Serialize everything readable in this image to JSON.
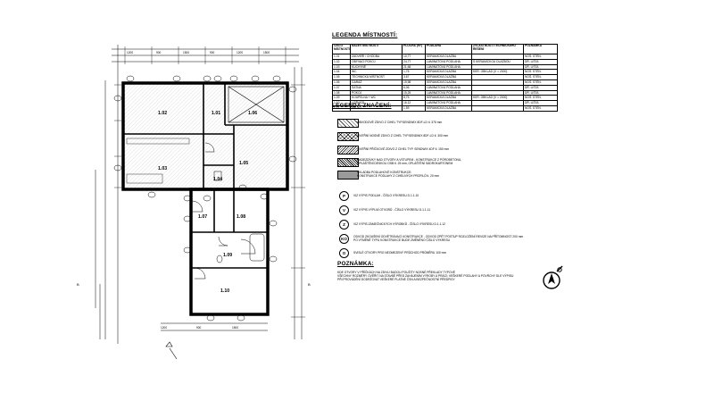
{
  "legend_rooms": {
    "title": "LEGENDA MÍSTNOSTÍ:",
    "headers": [
      "ČÍSLO MÍSTNOSTI",
      "NÁZEV MÍSTNOSTI",
      "PLOCHA (m²)",
      "PODLAHA",
      "ZVLÁŠTNOSTI TECHNICKÉHO ŘEŠENÍ",
      "POZNÁMKA"
    ],
    "rows": [
      [
        "1.01",
        "ZÁDVEŘÍ / CHODBA",
        "10,77",
        "KERAMICKÁ DLAŽBA",
        "",
        "NOŠ. STĚN."
      ],
      [
        "1.02",
        "OBÝVACÍ POKOJ",
        "24,77",
        "LAMINÁTOVÁ PODLAHA",
        "S KERAMICKOU DLAŽBOU",
        "DŘ. LIŠTA"
      ],
      [
        "1.03",
        "KUCHYNĚ",
        "21,68",
        "LAMINÁTOVÁ PODLAHA",
        "",
        "DŘ. LIŠTA"
      ],
      [
        "1.04",
        "WC",
        "1,75",
        "KERAMICKÁ DLAŽBA",
        "KER. OBKLAD (V = 2000)",
        "NOŠ. STĚN."
      ],
      [
        "1.05",
        "TECHNICKÁ MÍSTNOST",
        "3,67",
        "KERAMICKÁ DLAŽBA",
        "",
        "NOŠ. STĚN."
      ],
      [
        "1.06",
        "GARÁŽ",
        "19,98",
        "KERAMICKÁ DLAŽBA",
        "",
        "NOŠ. STĚN."
      ],
      [
        "1.07",
        "ŠATNA",
        "6,06",
        "LAMINÁTOVÁ PODLAHA",
        "",
        "DŘ. LIŠTA"
      ],
      [
        "1.08",
        "POKOJ",
        "15,25",
        "LAMINÁTOVÁ PODLAHA",
        "",
        "DŘ. LIŠTA"
      ],
      [
        "1.09",
        "KOUPELNA + WC",
        "8,75",
        "KERAMICKÁ DLAŽBA",
        "KER. OBKLAD (V = 2000)",
        "NOŠ. STĚN."
      ],
      [
        "1.10",
        "LOŽNICE",
        "16,12",
        "LAMINÁTOVÁ PODLAHA",
        "",
        "DŘ. LIŠTA"
      ],
      [
        "1.11",
        "SKLAD",
        "1,59",
        "KERAMICKÁ DLAŽBA",
        "",
        "NOŠ. STĚN."
      ]
    ]
  },
  "legend_symbols": {
    "title": "LEGENDA ZNAČENÍ:",
    "items": [
      {
        "text": "OBVODOVÉ ZDIVO Z CIHEL TYP.SENDWIX 8DF-LD tl. 375 mm",
        "pattern": "diag"
      },
      {
        "text": "VNITŘNÍ NOSNÉ ZDIVO Z CIHEL TYP.SENDWIX 8DF-LD tl. 300 mm",
        "pattern": "cross"
      },
      {
        "text": "VNITŘNÍ PŘÍČKOVÉ ZDIVO Z CIHEL TYP. SENDWIX 4DF tl. 150 mm",
        "pattern": "hatch"
      },
      {
        "text": "NADEZDÍVKY NAD OTVORY A VSTUPEM - KONSTRUKCE Z PÓROBETONU,",
        "text2": "OPLÁŠTĚNÍ DESKOU OSB tl. 25 mm, OPLÁŠTĚNÍ SÁDROKARTONEM",
        "pattern": "dense"
      },
      {
        "text": "SKLADBA PODLAHOVÉ KONSTRUKCE:",
        "text2": "KONSTRUKCE PODLAHY Z CIHELNÝCH PROFILŮ tl. 20 mm",
        "pattern": "gray"
      }
    ]
  },
  "legend_marks": [
    {
      "symbol": "P",
      "text": "VIZ VÝPIS PODLAH - ČÍSLO VÝKRESU D.1.1.10"
    },
    {
      "symbol": "V",
      "text": "VIZ VÝPIS VÝPLNÍ OTVORŮ - ČÍSLO VÝKRESU D.1.1.11"
    },
    {
      "symbol": "Z",
      "text": "VIZ VÝPIS ZÁMEČNICKÝCH VÝROBKŮ - ČÍSLO VÝKRESU D.1.1.12"
    },
    {
      "symbol": "KO",
      "text": "ODVOD ZKOUŠENÍ ODVĚTRÁVACÍ KONSTRUKCE - ODVOD ZPĚT POSTUP ROZLOŽENÍ REVIZE NA PŘÍTOMNOST 200 mm",
      "text2": "PO VÝMĚNĚ TYPU KONSTRUKCE BUDE ZMĚNĚNO ČÍSLO VÝKRESU"
    },
    {
      "symbol": "O",
      "text": "SVISLÉ OTVORY PRO NEOMEZENÝ PRŮCHOD PRŮMĚRU 100 mm"
    }
  ],
  "notes": {
    "title": "POZNÁMKA:",
    "lines": [
      "KDE OTVORY V PŘÍČKÁCH NA ZDIVU BUDOU POUŽITY NOSNÉ PŘEKLADY TYPOVÉ",
      "VŠECHNY ROZMĚRY OVĚŘIT NA STAVBĚ PŘED ZAHÁJENÍM VÝROBY A PRÁCÍ; VEŠKERÉ PODLAHY A POVRCHY DLE VÝPISU",
      "PŘI PROVÁDĚNÍ DODRŽOVAT VEŠKERÉ PLATNÉ ČSN A BEZPEČNOSTNÍ PŘEDPISY"
    ]
  },
  "rooms": [
    {
      "label": "1.02"
    },
    {
      "label": "1.01"
    },
    {
      "label": "1.06"
    },
    {
      "label": "1.03"
    },
    {
      "label": "1.04"
    },
    {
      "label": "1.05"
    },
    {
      "label": "1.07"
    },
    {
      "label": "1.08"
    },
    {
      "label": "1.09"
    },
    {
      "label": "1.10"
    }
  ],
  "section_marks": [
    "B",
    "B"
  ]
}
